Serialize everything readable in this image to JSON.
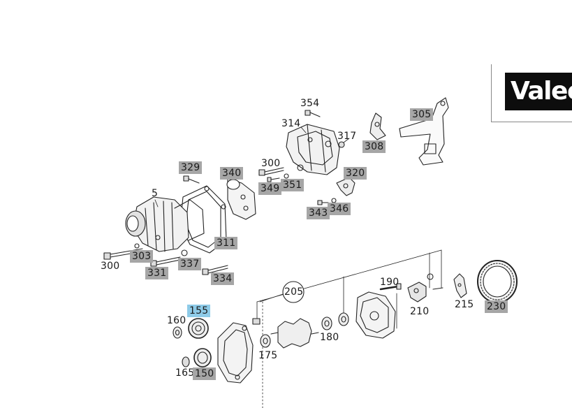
{
  "brand": {
    "logo_text": "Valeo"
  },
  "callouts": [
    {
      "id": "354",
      "text": "354",
      "style": "plain"
    },
    {
      "id": "314",
      "text": "314",
      "style": "plain"
    },
    {
      "id": "317",
      "text": "317",
      "style": "plain"
    },
    {
      "id": "308",
      "text": "308",
      "style": "grey"
    },
    {
      "id": "305",
      "text": "305",
      "style": "grey"
    },
    {
      "id": "300a",
      "text": "300",
      "style": "plain"
    },
    {
      "id": "329",
      "text": "329",
      "style": "grey"
    },
    {
      "id": "340",
      "text": "340",
      "style": "grey"
    },
    {
      "id": "320",
      "text": "320",
      "style": "grey"
    },
    {
      "id": "349",
      "text": "349",
      "style": "grey"
    },
    {
      "id": "351",
      "text": "351",
      "style": "grey"
    },
    {
      "id": "5",
      "text": "5",
      "style": "plain"
    },
    {
      "id": "343",
      "text": "343",
      "style": "grey"
    },
    {
      "id": "346",
      "text": "346",
      "style": "grey"
    },
    {
      "id": "311",
      "text": "311",
      "style": "grey"
    },
    {
      "id": "300b",
      "text": "300",
      "style": "plain"
    },
    {
      "id": "303",
      "text": "303",
      "style": "grey"
    },
    {
      "id": "337",
      "text": "337",
      "style": "grey"
    },
    {
      "id": "331",
      "text": "331",
      "style": "grey"
    },
    {
      "id": "334",
      "text": "334",
      "style": "grey"
    },
    {
      "id": "205",
      "text": "205",
      "style": "plain"
    },
    {
      "id": "190",
      "text": "190",
      "style": "plain"
    },
    {
      "id": "155",
      "text": "155",
      "style": "blue"
    },
    {
      "id": "210",
      "text": "210",
      "style": "plain"
    },
    {
      "id": "215",
      "text": "215",
      "style": "plain"
    },
    {
      "id": "230",
      "text": "230",
      "style": "grey"
    },
    {
      "id": "160",
      "text": "160",
      "style": "plain"
    },
    {
      "id": "180",
      "text": "180",
      "style": "plain"
    },
    {
      "id": "175",
      "text": "175",
      "style": "plain"
    },
    {
      "id": "165",
      "text": "165",
      "style": "plain"
    },
    {
      "id": "150",
      "text": "150",
      "style": "grey"
    }
  ]
}
